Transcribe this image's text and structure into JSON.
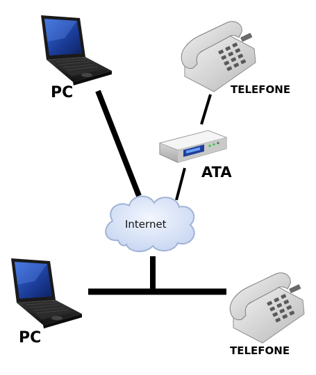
{
  "labels": {
    "pc_top": "PC",
    "pc_bottom": "PC",
    "telefone_top": "TELEFONE",
    "telefone_bottom": "TELEFONE",
    "ata": "ATA",
    "internet": "Internet"
  },
  "icons": {
    "laptop": "laptop-icon",
    "phone": "desk-phone-icon",
    "ata": "ata-adapter-icon",
    "cloud": "cloud-icon"
  },
  "colors": {
    "line": "#000000",
    "cloud_fill": "#dbe6f7",
    "cloud_stroke": "#9fb3d6"
  }
}
